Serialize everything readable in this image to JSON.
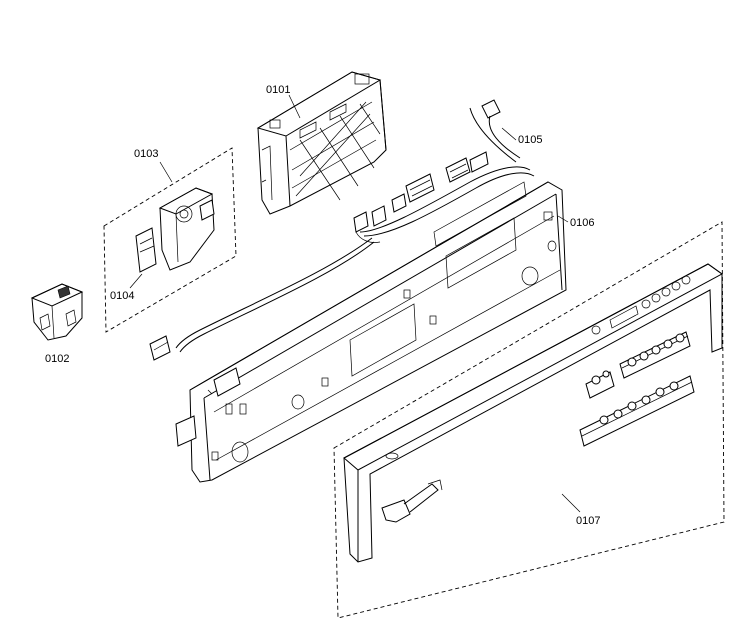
{
  "labels": {
    "p0101": "0101",
    "p0102": "0102",
    "p0103": "0103",
    "p0104": "0104",
    "p0105": "0105",
    "p0106": "0106",
    "p0107": "0107"
  }
}
